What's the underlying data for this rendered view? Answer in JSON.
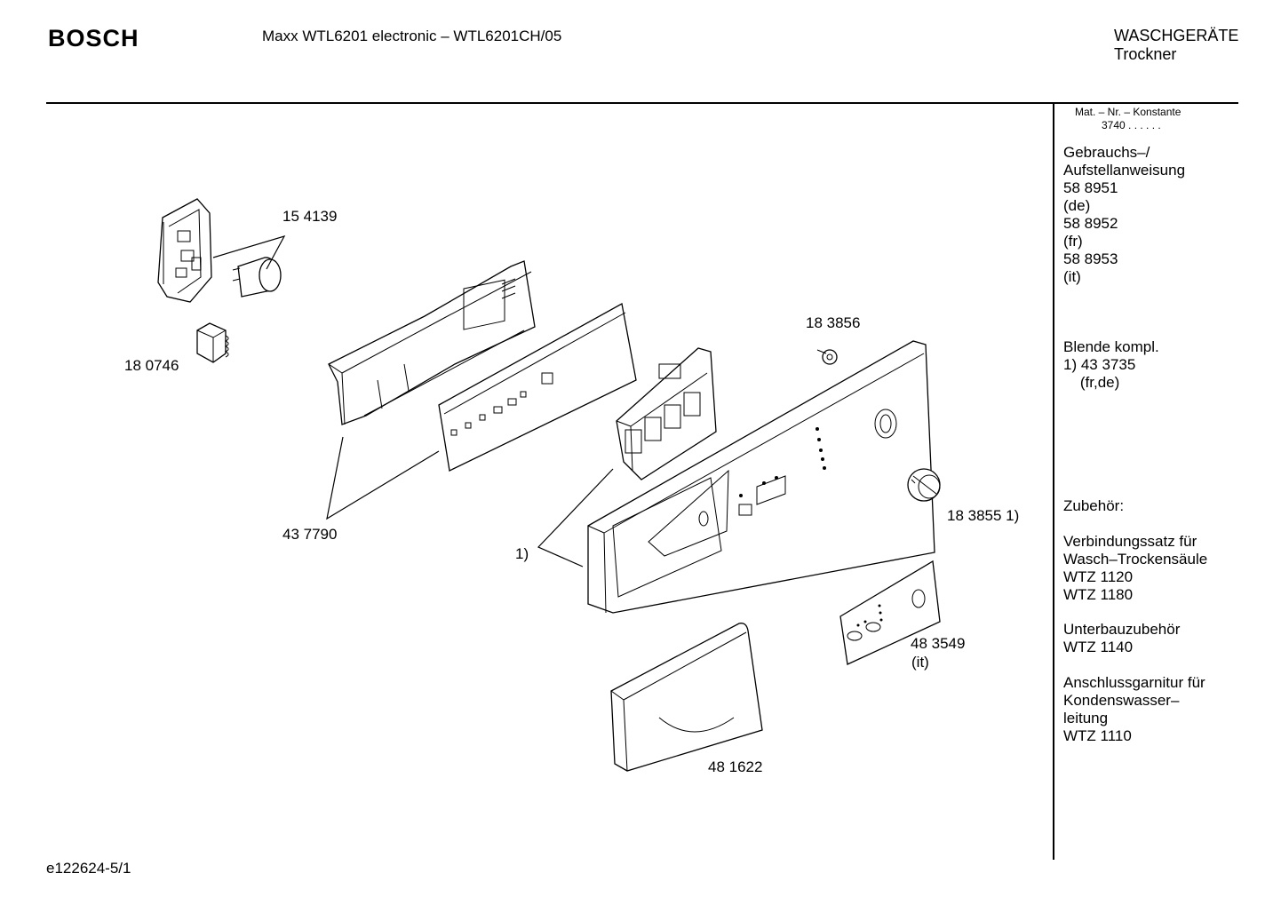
{
  "header": {
    "brand": "BOSCH",
    "model": "Maxx WTL6201 electronic –  WTL6201CH/05",
    "category_line1": "WASCHGERÄTE",
    "category_line2": "Trockner"
  },
  "sidebar": {
    "mat_nr_label": "Mat. – Nr. – Konstante",
    "mat_nr_value": "3740  .  .  .  .  .  .",
    "manual": {
      "lines": [
        "Gebrauchs–/",
        "Aufstellanweisung",
        "58 8951",
        "(de)",
        "58 8952",
        "(fr)",
        "58 8953",
        "(it)"
      ]
    },
    "blende": {
      "lines": [
        "Blende kompl.",
        "1) 43 3735",
        "    (fr,de)"
      ]
    },
    "zubehoer": {
      "title": "Zubehör:",
      "groups": [
        {
          "lines": [
            "Verbindungssatz für",
            "Wasch–Trockensäule",
            "WTZ 1120",
            "WTZ 1180"
          ]
        },
        {
          "lines": [
            "Unterbauzubehör",
            "WTZ 1140"
          ]
        },
        {
          "lines": [
            "Anschlussgarnitur für",
            "Kondenswasser–",
            "leitung",
            "WTZ 1110"
          ]
        }
      ]
    }
  },
  "callouts": {
    "c154139": "15 4139",
    "c180746": "18 0746",
    "c183856": "18 3856",
    "c437790": "43 7790",
    "c1": "1)",
    "c183855": "18 3855 1)",
    "c483549": "48 3549",
    "c483549_note": "(it)",
    "c481622": "48 1622"
  },
  "footer": {
    "drawing_id": "e122624-5/1"
  }
}
